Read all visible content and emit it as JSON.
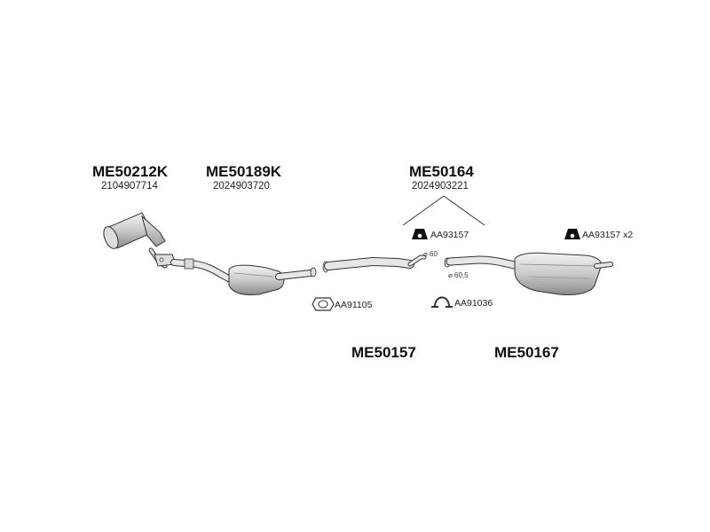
{
  "parts": {
    "front_cat": {
      "code": "ME50212K",
      "oem": "2104907714"
    },
    "main_cat": {
      "code": "ME50189K",
      "oem": "2024903720"
    },
    "mid_pipe": {
      "code": "ME50164",
      "oem": "2024903221"
    },
    "center_pipe": {
      "code": "ME50157"
    },
    "rear_muffler": {
      "code": "ME50167"
    }
  },
  "accessories": {
    "gasket": "AA91105",
    "clamp": "AA91036",
    "hanger_mid": "AA93157",
    "hanger_rear": "AA93157 x2"
  },
  "dimensions": {
    "diameter_a": "⌀ 60",
    "diameter_b": "⌀ 60,5"
  }
}
